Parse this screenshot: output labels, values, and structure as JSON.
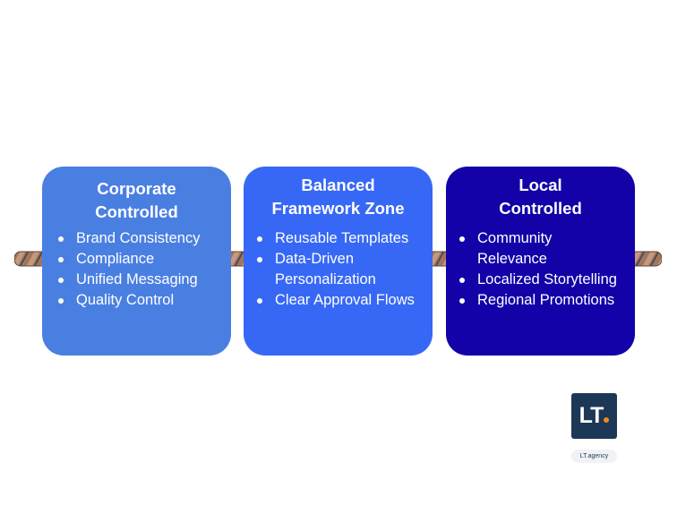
{
  "boxes": [
    {
      "title": "Corporate\nControlled",
      "color": "#4a7fe2",
      "items": [
        "Brand Consistency",
        "Compliance",
        "Unified Messaging",
        "Quality Control"
      ]
    },
    {
      "title": "Balanced\nFramework Zone",
      "color": "#3768f5",
      "items": [
        "Reusable Templates",
        "Data-Driven\nPersonalization",
        "Clear Approval Flows"
      ]
    },
    {
      "title": "Local\nControlled",
      "color": "#1202a8",
      "items": [
        "Community\nRelevance",
        "Localized Storytelling",
        "Regional Promotions"
      ]
    }
  ],
  "logo": {
    "mark": "LT",
    "caption": "LT.agency",
    "tile_color": "#1d3757",
    "accent_color": "#f28a1c"
  },
  "rope": {
    "icon": "rope-icon",
    "colors": [
      "#a4745a",
      "#3b4a5e"
    ]
  }
}
